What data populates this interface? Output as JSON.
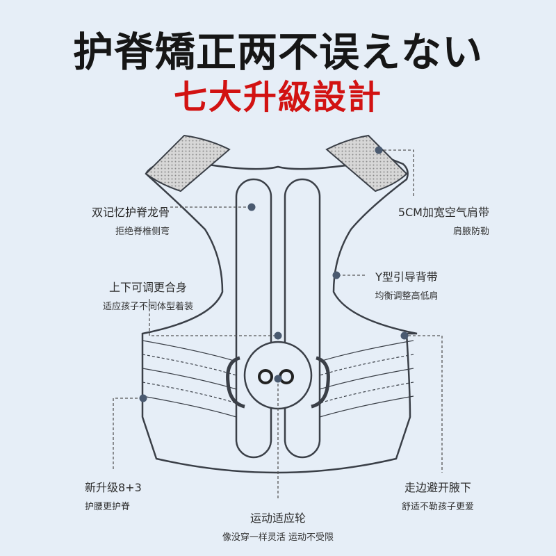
{
  "title": "护脊矯正两不误えない",
  "subtitle": "七大升級設計",
  "features": {
    "spine": {
      "main": "双记忆护脊龙骨",
      "sub": "拒绝脊椎侧弯"
    },
    "adjust": {
      "main": "上下可调更合身",
      "sub": "适应孩子不同体型着装"
    },
    "belt": {
      "main": "新升级8+3",
      "sub": "护腰更护脊"
    },
    "wheel": {
      "main": "运动适应轮",
      "sub": "像没穿一样灵活 运动不受限"
    },
    "shoulder": {
      "main": "5CM加宽空气肩带",
      "sub": "肩腋防勒"
    },
    "y_strap": {
      "main": "Y型引导背带",
      "sub": "均衡调整高低肩"
    },
    "underarm": {
      "main": "走边避开腋下",
      "sub": "舒适不勒孩子更爱"
    }
  },
  "colors": {
    "background": "#e6eef7",
    "outline": "#3a3f47",
    "dot": "#4a5a70",
    "title_red": "#d21212"
  }
}
